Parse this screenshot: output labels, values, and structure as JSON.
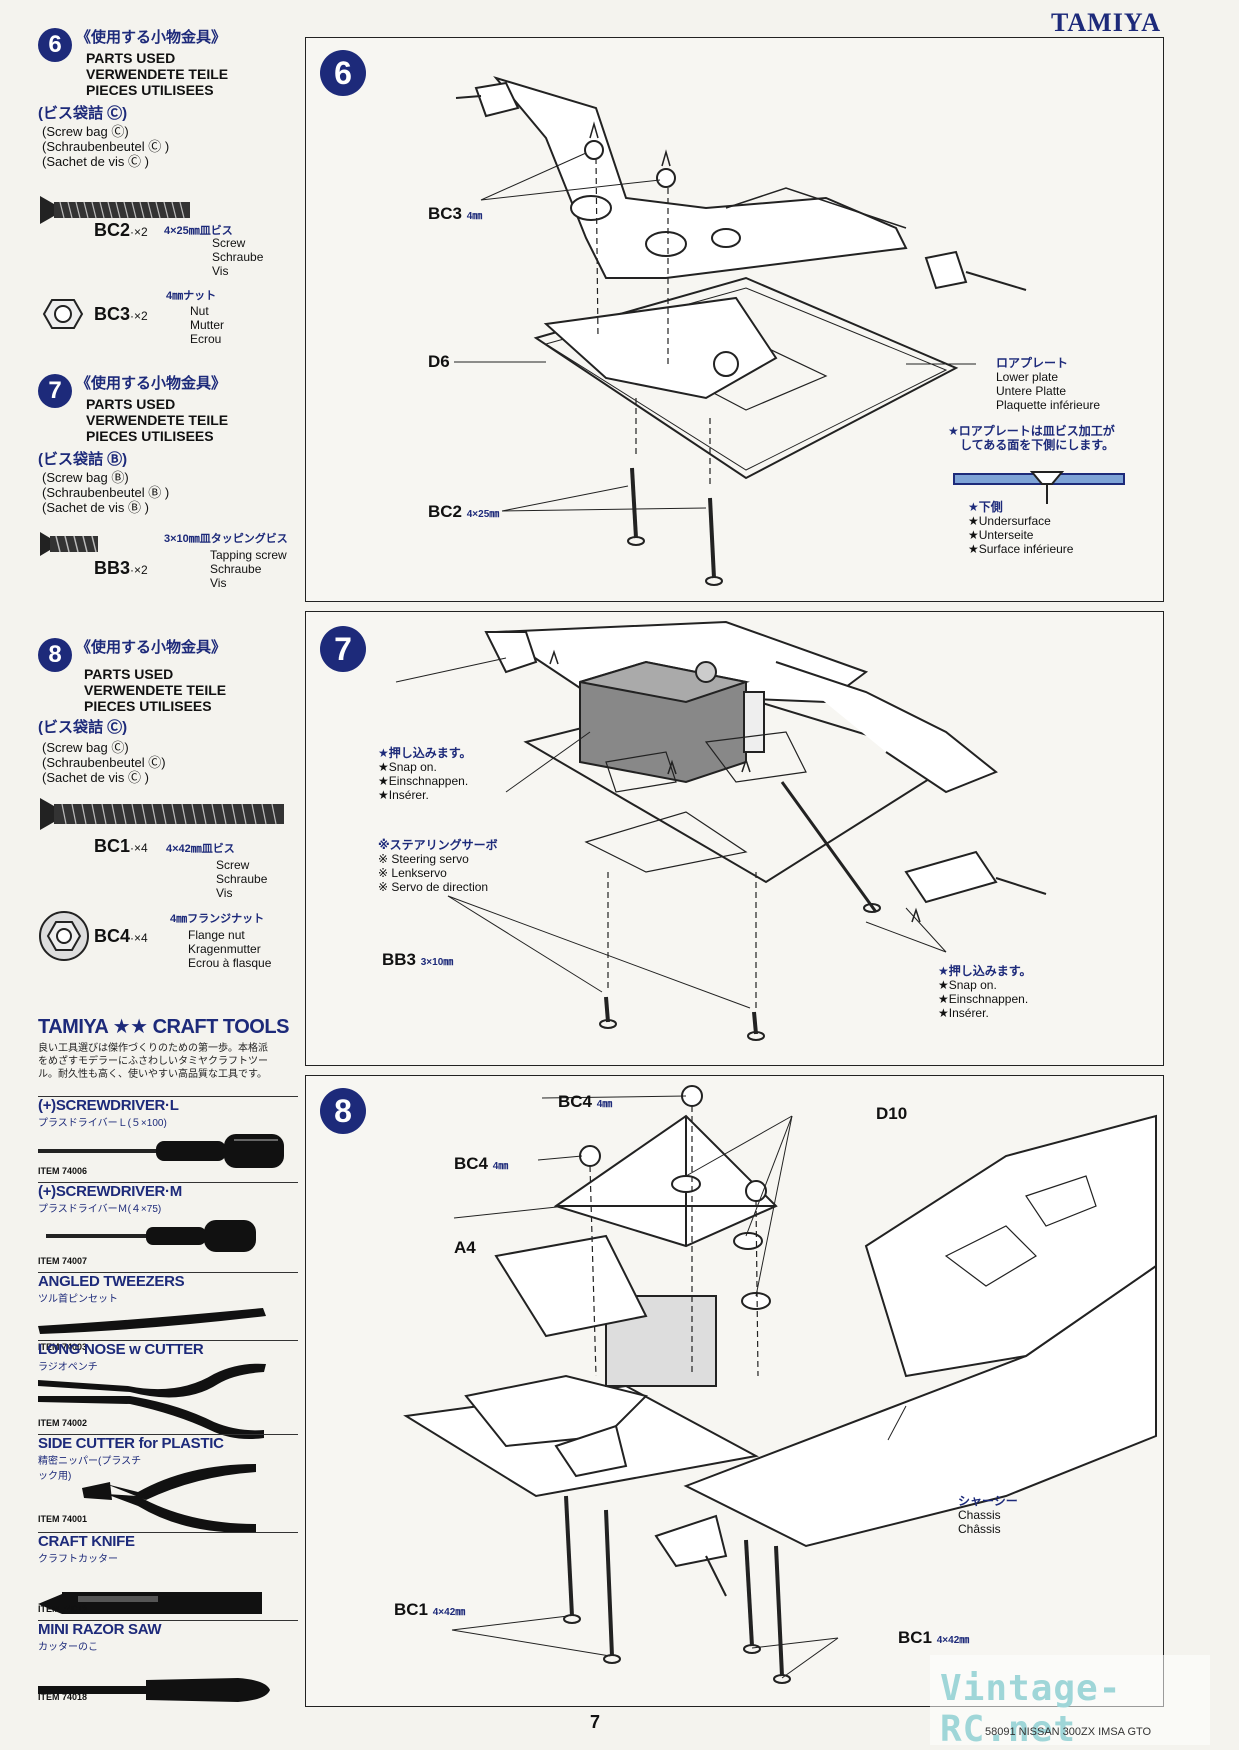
{
  "brand": "TAMIYA",
  "sidebar": {
    "step6": {
      "num": "6",
      "title_jp": "《使用する小物金具》",
      "parts_en": "PARTS USED",
      "parts_de": "VERWENDETE TEILE",
      "parts_fr": "PIECES UTILISEES",
      "bag_jp": "(ビス袋詰 Ⓒ)",
      "bag_en": "(Screw bag Ⓒ)",
      "bag_de": "(Schraubenbeutel Ⓒ )",
      "bag_fr": "(Sachet de vis Ⓒ )",
      "items": [
        {
          "code": "BC2",
          "qty": "·×2",
          "jp": "4×25㎜皿ビス",
          "en": "Screw",
          "de": "Schraube",
          "fr": "Vis"
        },
        {
          "code": "BC3",
          "qty": "·×2",
          "jp": "4㎜ナット",
          "en": "Nut",
          "de": "Mutter",
          "fr": "Ecrou"
        }
      ]
    },
    "step7": {
      "num": "7",
      "title_jp": "《使用する小物金具》",
      "parts_en": "PARTS USED",
      "parts_de": "VERWENDETE TEILE",
      "parts_fr": "PIECES UTILISEES",
      "bag_jp": "(ビス袋詰 Ⓑ)",
      "bag_en": "(Screw bag Ⓑ)",
      "bag_de": "(Schraubenbeutel Ⓑ )",
      "bag_fr": "(Sachet de vis Ⓑ )",
      "items": [
        {
          "code": "BB3",
          "qty": "·×2",
          "jp": "3×10㎜皿タッピングビス",
          "en": "Tapping screw",
          "de": "Schraube",
          "fr": "Vis"
        }
      ]
    },
    "step8": {
      "num": "8",
      "title_jp": "《使用する小物金具》",
      "parts_en": "PARTS USED",
      "parts_de": "VERWENDETE TEILE",
      "parts_fr": "PIECES UTILISEES",
      "bag_jp": "(ビス袋詰 Ⓒ)",
      "bag_en": "(Screw bag Ⓒ)",
      "bag_de": "(Schraubenbeutel Ⓒ)",
      "bag_fr": "(Sachet de vis Ⓒ )",
      "items": [
        {
          "code": "BC1",
          "qty": "·×4",
          "jp": "4×42㎜皿ビス",
          "en": "Screw",
          "de": "Schraube",
          "fr": "Vis"
        },
        {
          "code": "BC4",
          "qty": "·×4",
          "jp": "4㎜フランジナット",
          "en": "Flange nut",
          "de": "Kragenmutter",
          "fr": "Ecrou à flasque"
        }
      ]
    },
    "tools": {
      "title": "TAMIYA ★★ CRAFT TOOLS",
      "desc1": "良い工具選びは傑作づくりのための第一歩。本格派",
      "desc2": "をめざすモデラーにふさわしいタミヤクラフトツー",
      "desc3": "ル。耐久性も高く、使いやすい高品質な工具です。",
      "list": [
        {
          "name": "(+)SCREWDRIVER·L",
          "jp": "プラスドライバーＬ(５×100)",
          "item": "ITEM 74006"
        },
        {
          "name": "(+)SCREWDRIVER·M",
          "jp": "プラスドライバーＭ(４×75)",
          "item": "ITEM 74007"
        },
        {
          "name": "ANGLED TWEEZERS",
          "jp": "ツル首ピンセット",
          "item": "ITEM 74003"
        },
        {
          "name": "LONG NOSE w CUTTER",
          "jp": "ラジオペンチ",
          "item": "ITEM 74002"
        },
        {
          "name": "SIDE CUTTER for PLASTIC",
          "jp": "精密ニッパー(プラスチック用)",
          "item": "ITEM 74001"
        },
        {
          "name": "CRAFT KNIFE",
          "jp": "クラフトカッター",
          "item": "ITEM 74013"
        },
        {
          "name": "MINI RAZOR SAW",
          "jp": "カッターのこ",
          "item": "ITEM 74018"
        }
      ]
    }
  },
  "panel6": {
    "num": "6",
    "bc3": "BC3",
    "bc3_size": "4㎜",
    "d6": "D6",
    "bc2": "BC2",
    "bc2_size": "4×25㎜",
    "lower_jp": "ロアプレート",
    "lower_en": "Lower plate",
    "lower_de": "Untere Platte",
    "lower_fr": "Plaquette inférieure",
    "star_note_jp1": "★ロアプレートは皿ビス加工が",
    "star_note_jp2": "してある面を下側にします。",
    "under_jp": "★下側",
    "under_en": "★Undersurface",
    "under_de": "★Unterseite",
    "under_fr": "★Surface inférieure"
  },
  "panel7": {
    "num": "7",
    "push_jp": "★押し込みます。",
    "push_en": "★Snap on.",
    "push_de": "★Einschnappen.",
    "push_fr": "★Insérer.",
    "servo_jp": "※ステアリングサーボ",
    "servo_en": "※ Steering servo",
    "servo_de": "※ Lenkservo",
    "servo_fr": "※ Servo de direction",
    "bb3": "BB3",
    "bb3_size": "3×10㎜",
    "push2_jp": "★押し込みます。",
    "push2_en": "★Snap on.",
    "push2_de": "★Einschnappen.",
    "push2_fr": "★Insérer."
  },
  "panel8": {
    "num": "8",
    "bc4a": "BC4",
    "bc4a_size": "4㎜",
    "bc4b": "BC4",
    "bc4b_size": "4㎜",
    "d10": "D10",
    "a4": "A4",
    "chassis_jp": "シャーシー",
    "chassis_en": "Chassis",
    "chassis_fr": "Châssis",
    "bc1a": "BC1",
    "bc1a_size": "4×42㎜",
    "bc1b": "BC1",
    "bc1b_size": "4×42㎜"
  },
  "footer": {
    "page": "7",
    "model": "58091 NISSAN 300ZX IMSA GTO",
    "watermark": "Vintage-RC.net"
  },
  "colors": {
    "accent": "#1d2a7a",
    "paper": "#f4f3ee"
  }
}
